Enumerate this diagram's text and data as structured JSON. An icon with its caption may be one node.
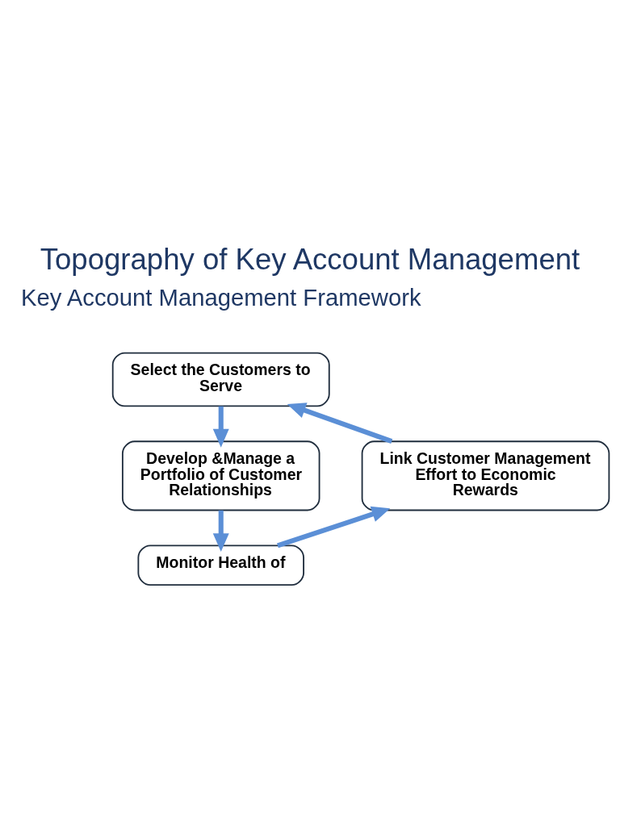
{
  "diagram": {
    "title": "Topography of Key Account Management",
    "nodes": [
      {
        "text": [
          "Select the Customers to Serve"
        ]
      },
      {
        "text": [
          "Link Customer Management Effort to Economic Rewards"
        ]
      },
      {
        "text": [
          "Develop &Manage a Portfolio of Customer Relationships"
        ]
      },
      {
        "text": [
          "Monitor Health of"
        ]
      }
    ],
    "edges": [
      {
        "from": 0,
        "to": 2,
        "arrow": "to"
      },
      {
        "from": 2,
        "to": 3,
        "arrow": "to"
      },
      {
        "from": 3,
        "to": 1,
        "arrow": "to"
      },
      {
        "from": 1,
        "to": 0,
        "arrow": "to"
      }
    ],
    "labels": [
      "Key Account Management Framework"
    ]
  }
}
